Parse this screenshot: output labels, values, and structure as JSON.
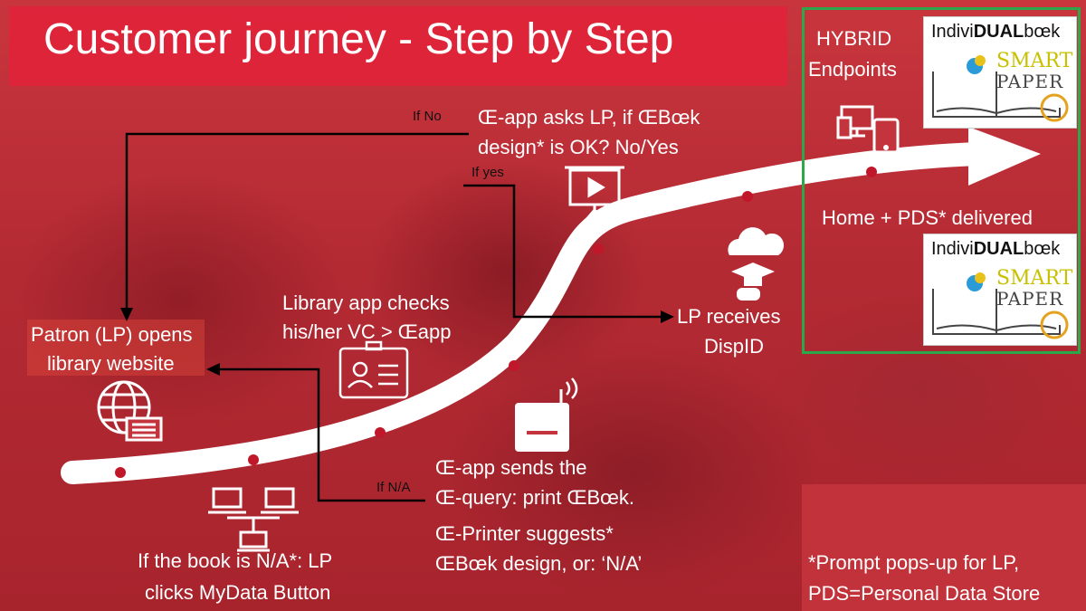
{
  "title": "Customer journey - Step by Step",
  "steps": {
    "patron": [
      "Patron (LP) opens",
      "library website"
    ],
    "library_app": [
      "Library app checks",
      "his/her VC > Œapp"
    ],
    "app_asks": [
      "Œ-app asks LP, if ŒBœk",
      "design* is OK? No/Yes"
    ],
    "receives": [
      "LP receives",
      "DispID"
    ],
    "sends": [
      "Œ-app sends the",
      "Œ-query: print ŒBœk.",
      "Œ-Printer suggests*",
      "ŒBœk design, or: ‘N/A’"
    ],
    "na_book": [
      "If the book is N/A*: LP",
      "clicks MyData Button"
    ],
    "hybrid": [
      "HYBRID",
      "Endpoints"
    ],
    "delivered": "Home + PDS* delivered"
  },
  "branch_labels": {
    "if_no": "If No",
    "if_yes": "If yes",
    "if_na": "If N/A"
  },
  "logos": {
    "brand_prefix": "Indivi",
    "brand_bold": "DUAL",
    "brand_suffix": "bœk",
    "line1": "SMART",
    "line2": "PAPER"
  },
  "footnote": [
    "*Prompt pops-up for LP,",
    "PDS=Personal Data Store"
  ],
  "icons": [
    "globe-keyboard-icon",
    "network-computers-icon",
    "id-card-icon",
    "wireless-printer-icon",
    "presentation-icon",
    "cloud-graduation-icon",
    "devices-icon"
  ],
  "colors": {
    "accent_red": "#e0233a",
    "green_border": "#2aa84a",
    "arrow": "#ffffff",
    "dot": "#c0182a"
  }
}
